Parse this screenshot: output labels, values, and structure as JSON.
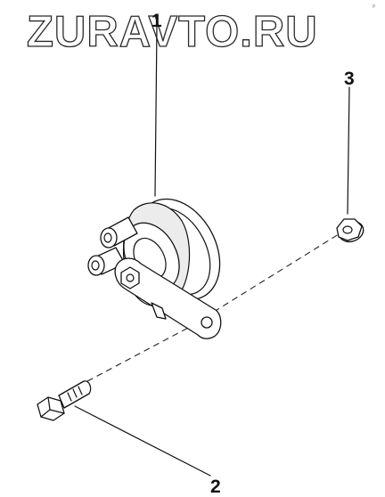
{
  "watermark": "ZURAVTO.RU",
  "corner_mark": "P",
  "callouts": [
    {
      "number": "1",
      "part": "horn"
    },
    {
      "number": "2",
      "part": "bolt"
    },
    {
      "number": "3",
      "part": "nut"
    }
  ],
  "icons": {
    "horn": "horn-assembly-icon",
    "bolt": "hex-bolt-icon",
    "nut": "flange-nut-icon"
  }
}
